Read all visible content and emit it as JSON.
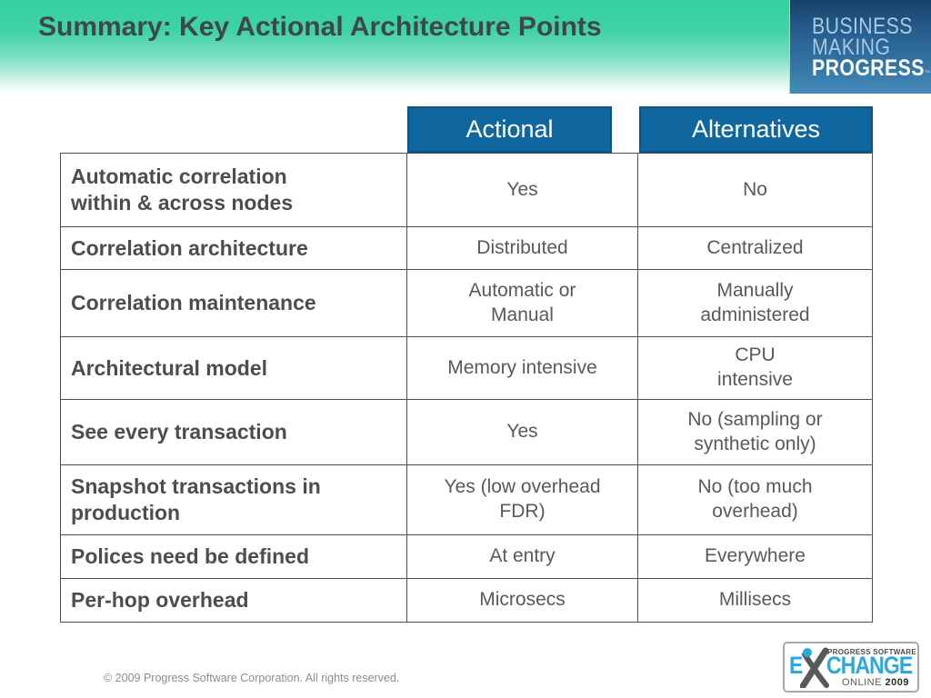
{
  "slide": {
    "title": "Summary: Key Actional Architecture Points",
    "footer": "© 2009 Progress Software Corporation. All rights reserved."
  },
  "brand": {
    "line1": "BUSINESS",
    "line2": "MAKING",
    "line3": "PROGRESS",
    "trademark": "™"
  },
  "table": {
    "headers": [
      "Actional",
      "Alternatives"
    ],
    "rows": [
      {
        "label": "Automatic correlation\nwithin & across nodes",
        "actional": "Yes",
        "alternatives": "No"
      },
      {
        "label": "Correlation architecture",
        "actional": "Distributed",
        "alternatives": "Centralized"
      },
      {
        "label": "Correlation maintenance",
        "actional": "Automatic or\nManual",
        "alternatives": "Manually\nadministered"
      },
      {
        "label": "Architectural model",
        "actional": "Memory intensive",
        "alternatives": "CPU\nintensive"
      },
      {
        "label": "See every transaction",
        "actional": "Yes",
        "alternatives": "No (sampling or\nsynthetic only)"
      },
      {
        "label": "Snapshot transactions in\nproduction",
        "actional": "Yes (low overhead\nFDR)",
        "alternatives": "No (too much\noverhead)"
      },
      {
        "label": "Polices need be defined",
        "actional": "At entry",
        "alternatives": "Everywhere"
      },
      {
        "label": "Per-hop overhead",
        "actional": "Microsecs",
        "alternatives": "Millisecs"
      }
    ]
  },
  "event_logo": {
    "top_text": "PROGRESS SOFTWARE",
    "word_start": "E",
    "word_end": "CHANGE",
    "bottom_text": "ONLINE ",
    "bottom_year": "2009"
  },
  "colors": {
    "band_green_top": "#34d0a0",
    "table_header_blue": "#10679f",
    "table_header_border": "#0c5480",
    "brand_box_blue": "#265f90",
    "exchange_blue": "#29a9dd",
    "table_border_gray": "#4f4f4f",
    "title_text": "#3e4947"
  }
}
